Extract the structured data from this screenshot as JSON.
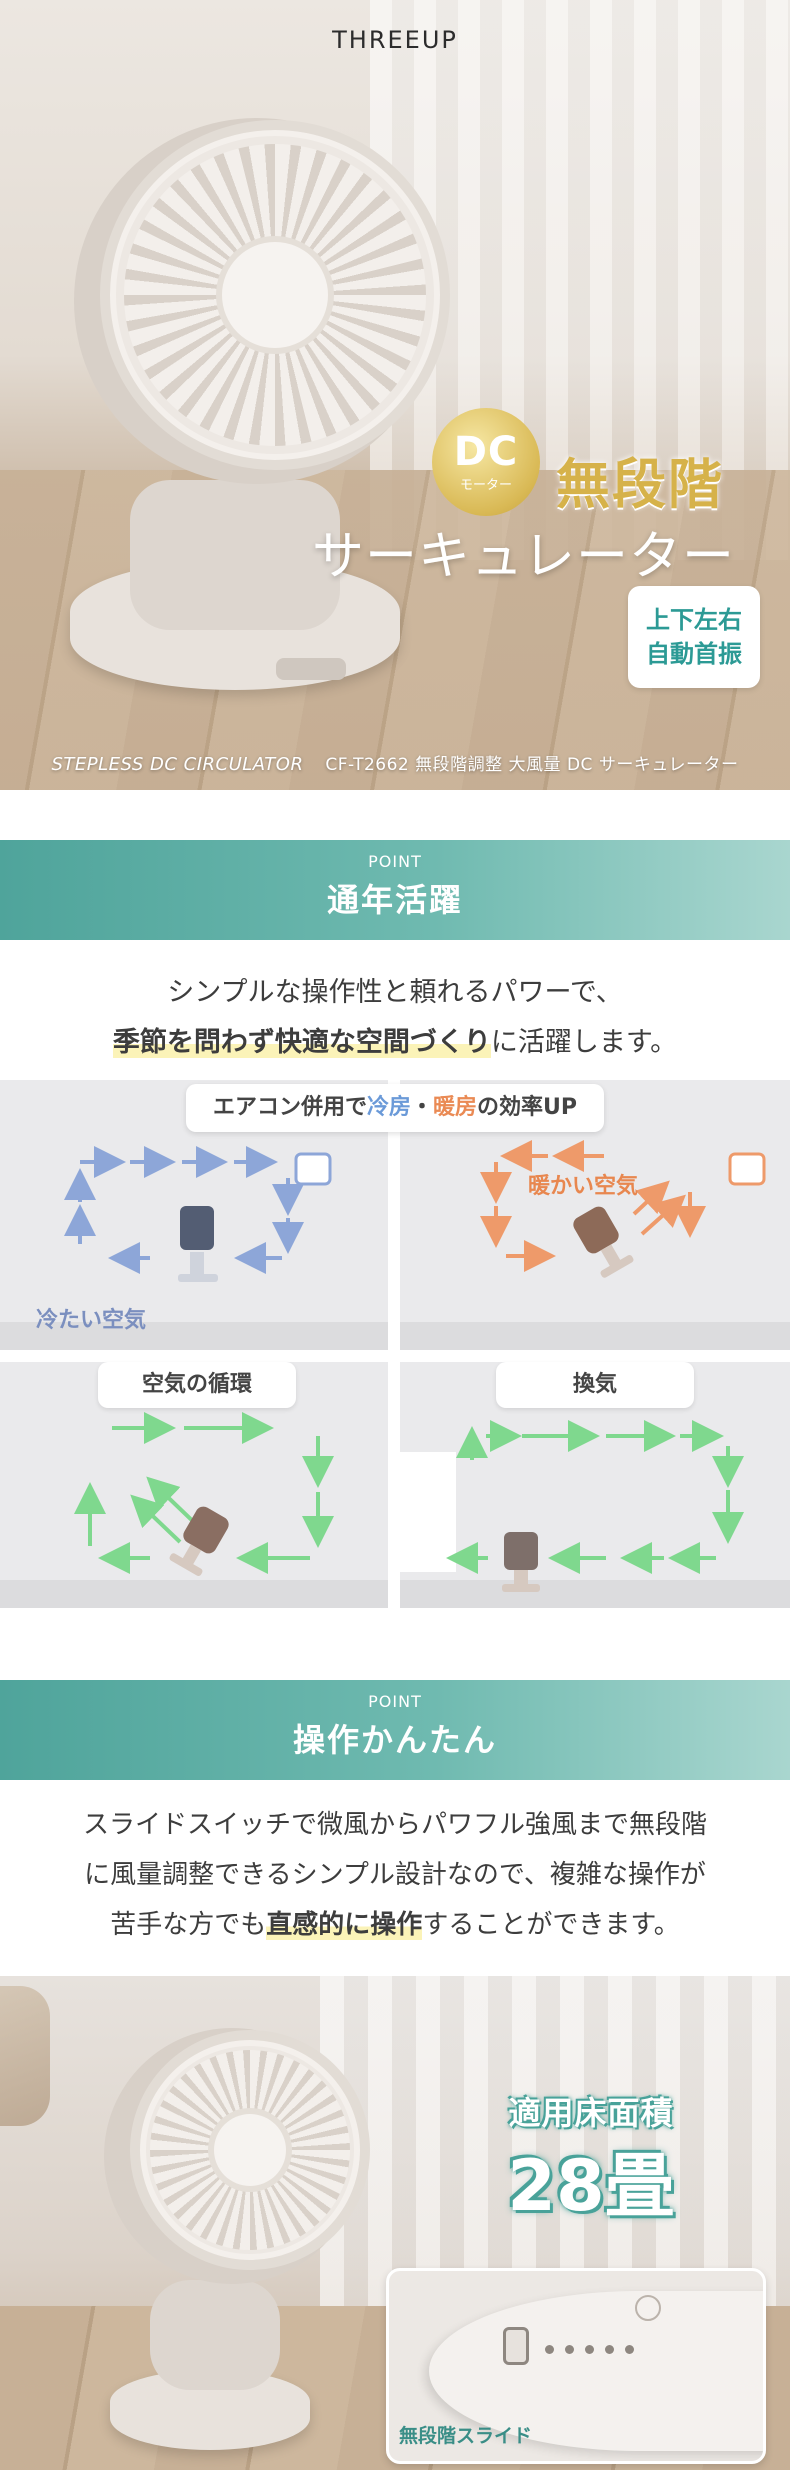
{
  "hero": {
    "brand": "THREEUP",
    "dc_badge": {
      "dc": "DC",
      "motor": "モーター"
    },
    "stepless": "無段階",
    "product_type": "サーキュレーター",
    "swing_line1": "上下左右",
    "swing_line2": "自動首振",
    "subtitle_en": "STEPLESS DC CIRCULATOR",
    "subtitle_jp": "CF-T2662 無段階調整 大風量 DC サーキュレーター"
  },
  "section1": {
    "point": "POINT",
    "title": "通年活躍",
    "lead_line1": "シンプルな操作性と頼れるパワーで、",
    "lead_line2_highlight": "季節を問わず快適な空間づくり",
    "lead_line2_rest": "に活躍します。",
    "aircon_pill": {
      "prefix": "エアコン併用で",
      "cool": "冷房",
      "sep": "・",
      "warm": "暖房",
      "suffix": "の効率UP"
    },
    "cool_label": "冷たい空気",
    "warm_label": "暖かい空気",
    "circulation_label": "空気の循環",
    "ventilation_label": "換気",
    "colors": {
      "cool": "#8da6d8",
      "warm": "#ee9a6a",
      "green": "#7fd88e",
      "teal": "#4fa49b"
    }
  },
  "section2": {
    "point": "POINT",
    "title": "操作かんたん",
    "lead_line1": "スライドスイッチで微風からパワフル強風まで無段階",
    "lead_line2": "に風量調整できるシンプル設計なので、複雑な操作が",
    "lead_line3_pre": "苦手な方でも",
    "lead_line3_highlight": "直感的に操作",
    "lead_line3_post": "することができます。",
    "area_label": "適用床面積",
    "area_value": "28畳",
    "slider_label": "無段階スライド"
  }
}
